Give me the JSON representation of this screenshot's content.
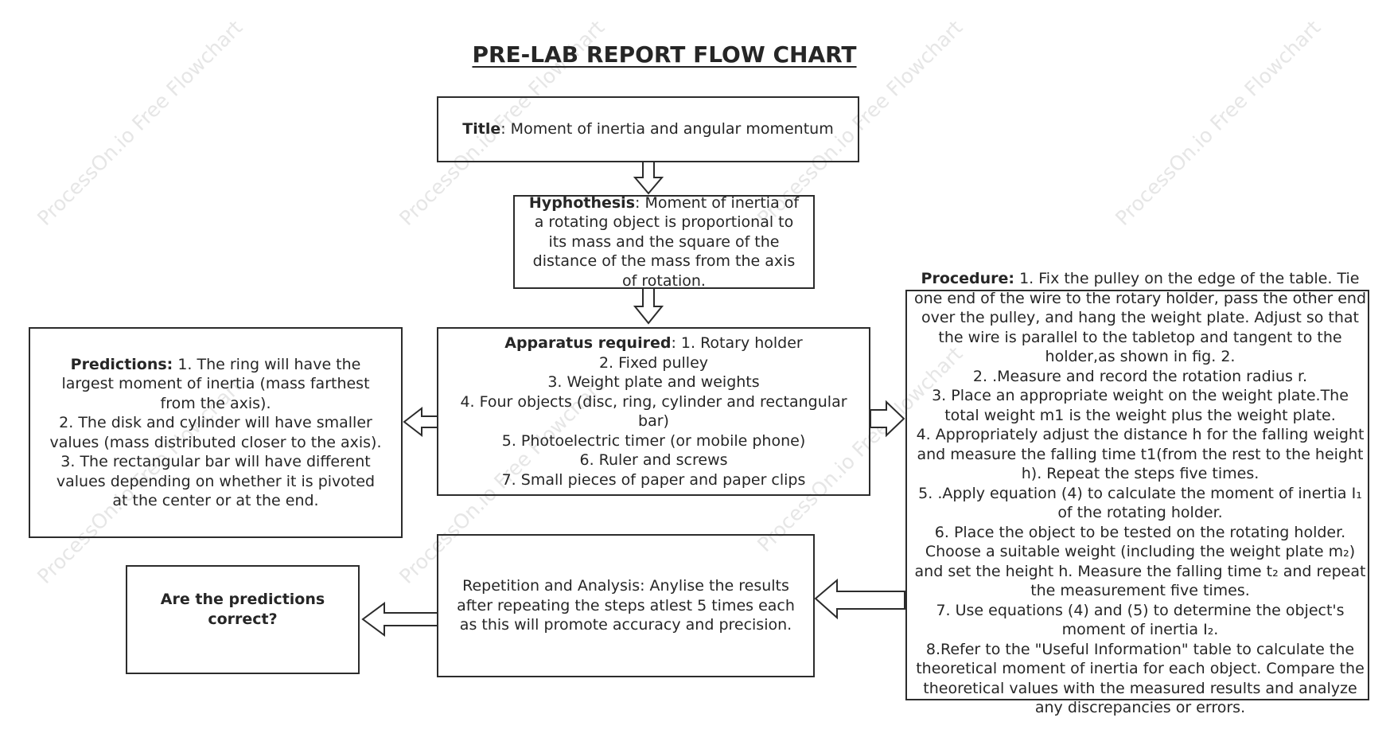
{
  "watermark": "ProcessOn.io Free Flowchart",
  "title": "PRE-LAB REPORT FLOW CHART",
  "boxes": {
    "title_box": {
      "label": "Title",
      "text": ": Moment of inertia and angular momentum"
    },
    "hypothesis": {
      "label": "Hyphothesis",
      "text": ": Moment of inertia of a rotating object is proportional to its mass and the square of the distance of the mass from the axis of rotation."
    },
    "apparatus": {
      "label": "Apparatus required",
      "first": ": 1. Rotary holder",
      "items": [
        "2. Fixed pulley",
        "3. Weight plate and weights",
        "4. Four objects (disc, ring, cylinder and rectangular bar)",
        "5. Photoelectric timer (or mobile phone)",
        "6. Ruler and screws",
        "7. Small pieces of paper and paper clips"
      ]
    },
    "predictions": {
      "label": "Predictions:",
      "first": " 1. The ring will have the largest moment of inertia (mass farthest from the axis).",
      "items": [
        "2. The disk and cylinder will have smaller values (mass distributed closer to the axis).",
        "3. The rectangular bar will have different values depending on whether it is pivoted at the center or at the end."
      ]
    },
    "procedure": {
      "label": "Procedure:",
      "first": " 1. Fix the pulley on the edge of the table. Tie one end of the wire to the rotary holder, pass the other end over the pulley, and hang the weight plate. Adjust so that the wire is parallel to the tabletop and tangent to the holder,as shown in fig. 2.",
      "items": [
        "2. .Measure and record the rotation radius r.",
        "3. Place an appropriate weight on the weight plate.The total weight m1 is the weight plus the weight plate.",
        "4. Appropriately adjust the distance h for the falling weight and measure the falling time t1(from the rest to the height h). Repeat the steps five times.",
        "5. .Apply equation (4) to calculate the moment of inertia I₁ of the rotating holder.",
        "6. Place the object to be tested on the rotating holder. Choose a suitable weight (including the weight plate m₂) and set the height h. Measure the falling time t₂ and repeat the measurement five times.",
        "7. Use equations (4) and (5) to determine the object's moment of inertia I₂.",
        "8.Refer to the \"Useful Information\" table to calculate the theoretical moment of inertia for each object. Compare the theoretical values with the measured results and analyze any discrepancies or errors."
      ]
    },
    "repetition": {
      "text": "Repetition and  Analysis: Anylise  the results after repeating the steps atlest 5 times each as this will promote accuracy and precision."
    },
    "question": {
      "text": "Are the predictions correct?"
    }
  }
}
